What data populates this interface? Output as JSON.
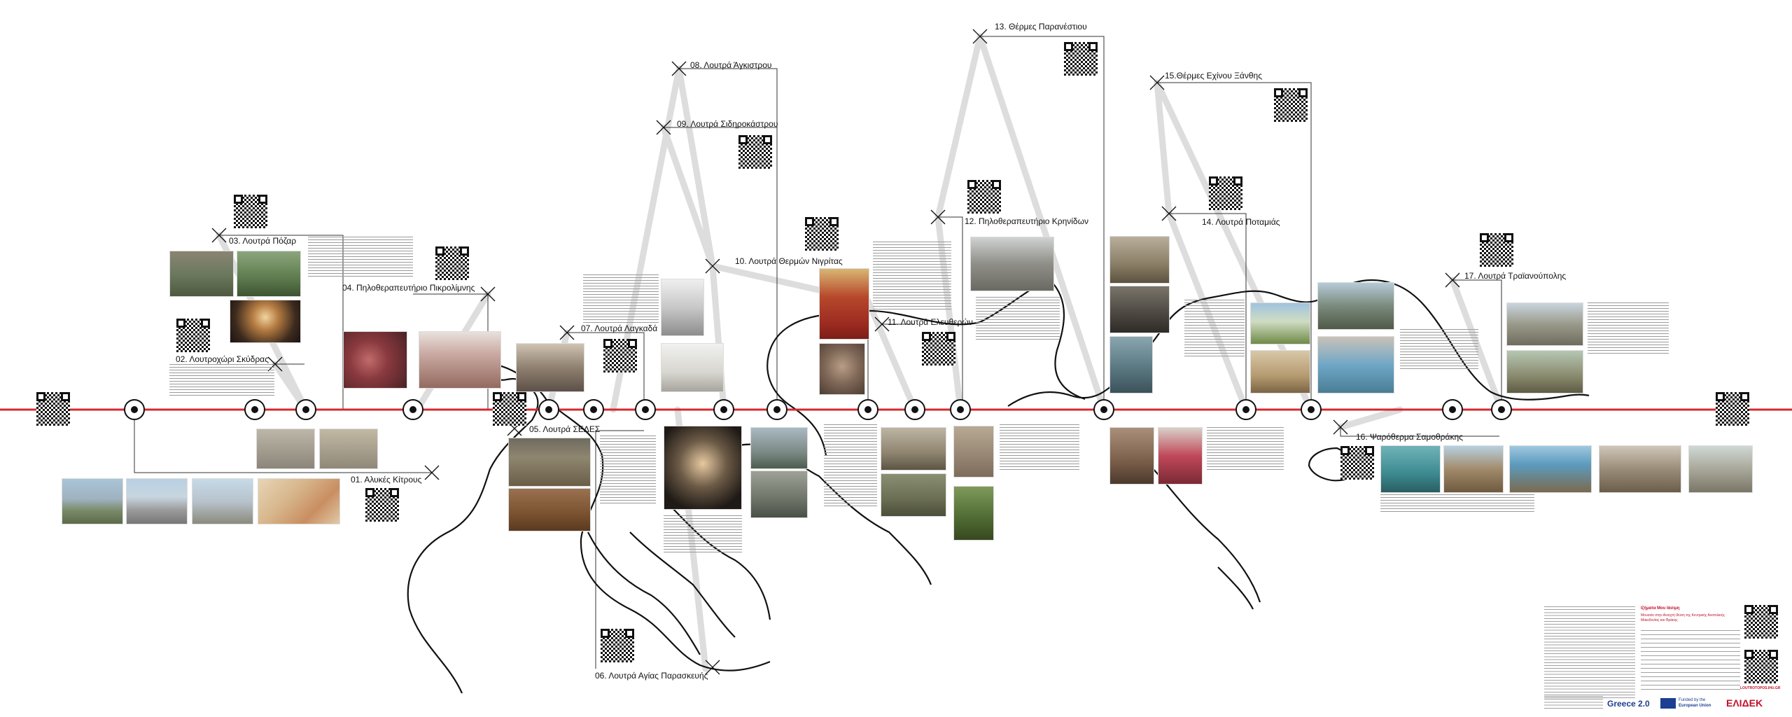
{
  "stations": [
    {
      "id": "01",
      "label": "01. Αλυκές Κίτρους"
    },
    {
      "id": "02",
      "label": "02. Λουτροχώρι Σκύδρας"
    },
    {
      "id": "03",
      "label": "03. Λουτρά Πόζαρ"
    },
    {
      "id": "04",
      "label": "04. Πηλοθεραπευτήριο Πικρολίμνης"
    },
    {
      "id": "05",
      "label": "05. Λουτρά ΣΕΔΕΣ"
    },
    {
      "id": "06",
      "label": "06. Λουτρά Αγίας Παρασκευής"
    },
    {
      "id": "07",
      "label": "07. Λουτρά Λαγκαδά"
    },
    {
      "id": "08",
      "label": "08. Λουτρά Άγκιστρου"
    },
    {
      "id": "09",
      "label": "09. Λουτρά Σιδηροκάστρου"
    },
    {
      "id": "10",
      "label": "10. Λουτρά Θερμών Νιγρίτας"
    },
    {
      "id": "11",
      "label": "11. Λουτρά Ελευθερών"
    },
    {
      "id": "12",
      "label": "12. Πηλοθεραπευτήριο Κρηνίδων"
    },
    {
      "id": "13",
      "label": "13. Θέρμες Παρανέστιου"
    },
    {
      "id": "14",
      "label": "14. Λουτρά Ποταμιάς"
    },
    {
      "id": "15",
      "label": "15.Θέρμες Εχίνου Ξάνθης"
    },
    {
      "id": "16",
      "label": "16. Ψαρόθερμα Σαμοθράκης"
    },
    {
      "id": "17",
      "label": "17. Λουτρά Τραϊανούπολης"
    }
  ],
  "footer": {
    "title": "Ιζήματα Μου Ιάσιμη",
    "subtitle": "Μουσείο στην Ανοιχτή Φύση της Κεντρικής Ανατολικής Μακεδονίας και Θράκης",
    "site": "LOUTROTOPOS.IHU.GR",
    "logo_greece": "Greece 2.0",
    "logo_eu_line1": "Funded by the",
    "logo_eu_line2": "European Union",
    "logo_elidek": "ΕΛΙΔΕΚ"
  },
  "colors": {
    "route_line": "#d7282f",
    "connector": "#dddddd",
    "ink": "#111111"
  }
}
